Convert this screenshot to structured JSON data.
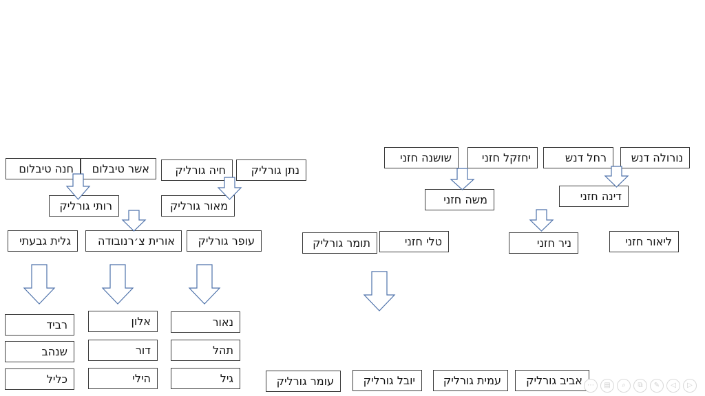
{
  "family_tree": {
    "left": {
      "grandparents": [
        "חנה טיבלום",
        "אשר טיבלום",
        "חיה גורליק",
        "נתן גורליק"
      ],
      "parents": [
        "רותי גורליק",
        "מאור גורליק"
      ],
      "generation3": [
        "גלית גבעתי",
        "אורית צ׳רנובודה",
        "עופר גורליק"
      ],
      "children_col1": [
        "רביד",
        "שנהב",
        "כליל"
      ],
      "children_col2": [
        "אלון",
        "דור",
        "הילי"
      ],
      "children_col3": [
        "נאור",
        "תהל",
        "גיל"
      ]
    },
    "right": {
      "grandparents": [
        "שושנה חזני",
        "יחזקל חזני",
        "רחל דנש",
        "נורולה דנש"
      ],
      "parents": [
        "משה חזני",
        "דינה חזני"
      ],
      "generation3": [
        "תומר גורליק",
        "טלי חזני",
        "ניר חזני",
        "ליאור חזני"
      ],
      "children": [
        "עומר גורליק",
        "יובל גורליק",
        "עמית גורליק",
        "אביב גורליק"
      ]
    }
  },
  "slide_controls": [
    {
      "icon": "more-icon",
      "glyph": "⋯"
    },
    {
      "icon": "slides-icon",
      "glyph": "▤"
    },
    {
      "icon": "zoom-icon",
      "glyph": "⌕"
    },
    {
      "icon": "copy-icon",
      "glyph": "⧉"
    },
    {
      "icon": "pen-icon",
      "glyph": "✎"
    },
    {
      "icon": "previous-icon",
      "glyph": "◁"
    },
    {
      "icon": "next-icon",
      "glyph": "▷"
    }
  ]
}
